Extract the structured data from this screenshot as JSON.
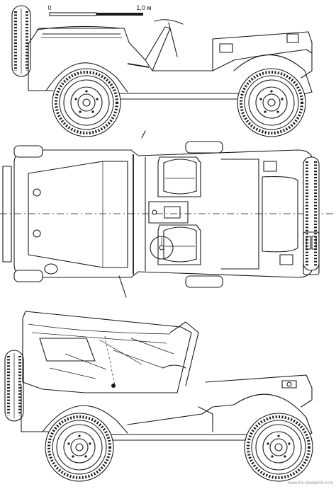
{
  "scale_bar": {
    "start_label": "0",
    "end_label": "1,0 м"
  },
  "views": [
    {
      "id": "side-view"
    },
    {
      "id": "top-view"
    },
    {
      "id": "side-view-soft-top"
    }
  ],
  "watermark": "www.the-blueprints.com"
}
